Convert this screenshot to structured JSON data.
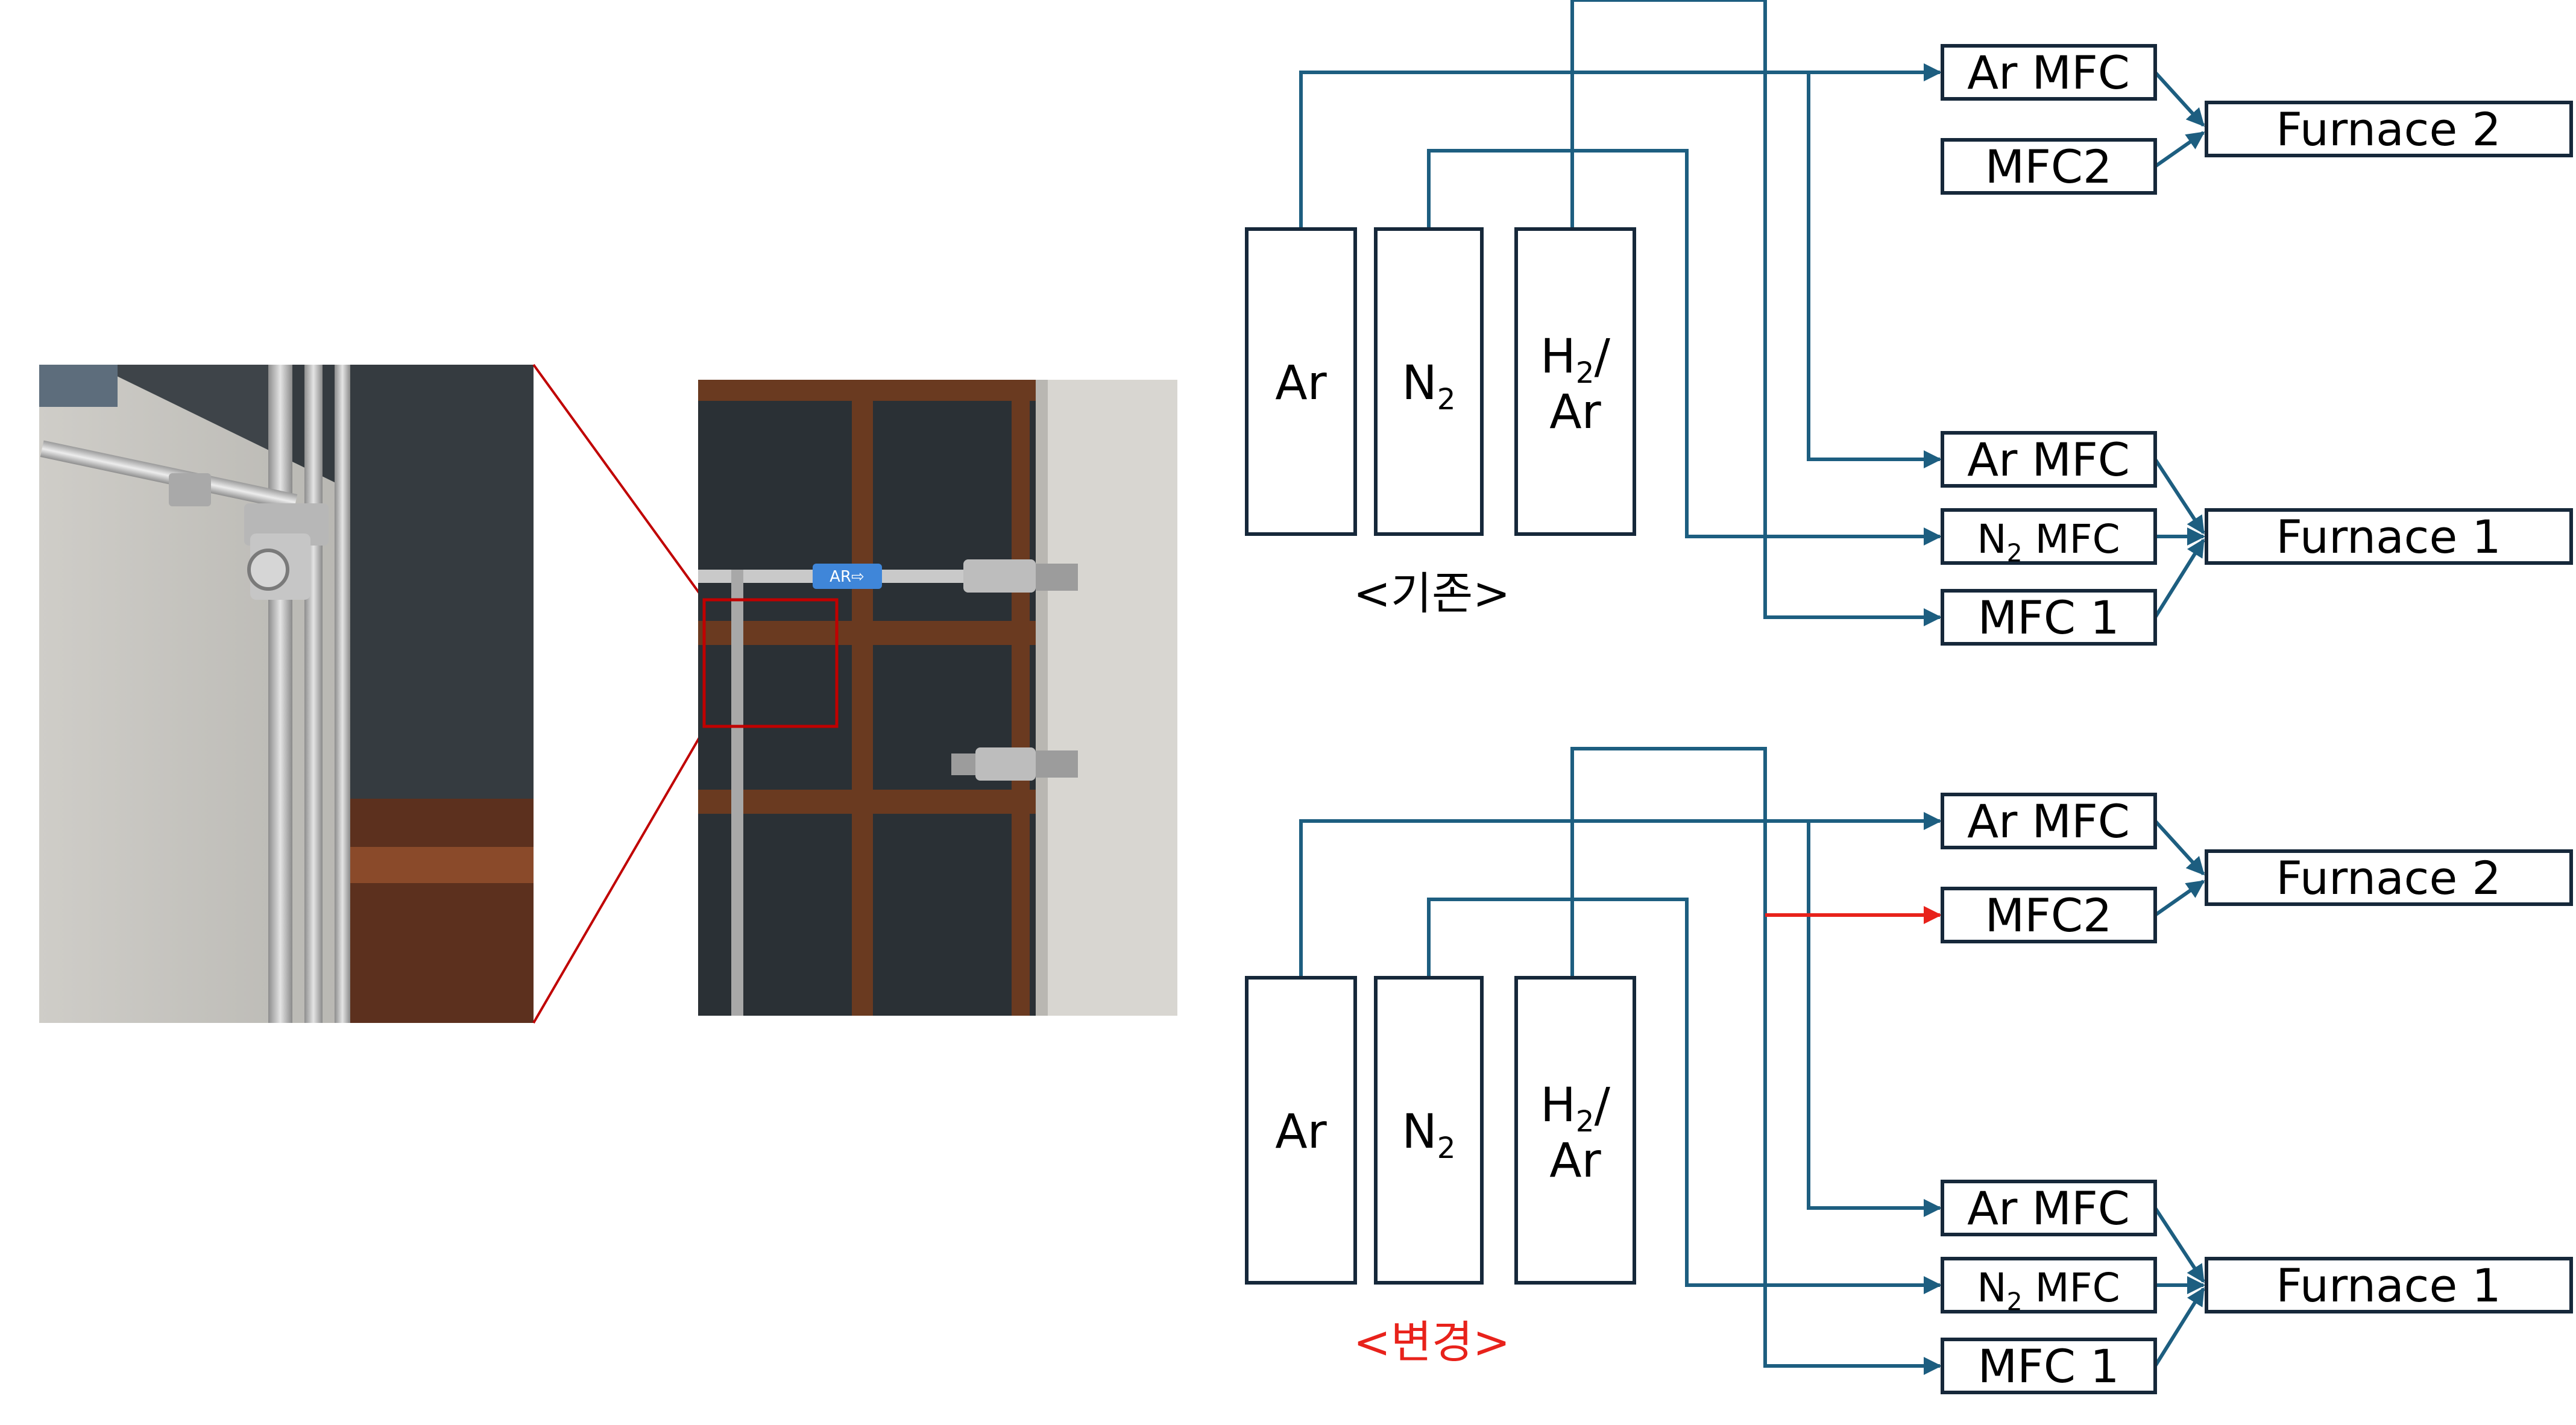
{
  "photos": {
    "left_closeup": {
      "description": "Close-up photo of stainless gas line fitting"
    },
    "right_overview": {
      "label_tag": "AR⇨"
    }
  },
  "diagrams": [
    {
      "id": "existing",
      "caption": "<기존>",
      "caption_color": "#000000",
      "cylinders": [
        {
          "id": "ar",
          "label": "Ar"
        },
        {
          "id": "n2",
          "label": "N",
          "sub": "2"
        },
        {
          "id": "h2ar",
          "label": "H",
          "sub": "2",
          "suffix": "/",
          "line2": "Ar"
        }
      ],
      "mfcs": [
        {
          "id": "f2_ar",
          "label": "Ar MFC"
        },
        {
          "id": "f2_mfc2",
          "label": "MFC2"
        },
        {
          "id": "f1_ar",
          "label": "Ar MFC"
        },
        {
          "id": "f1_n2",
          "label": "N",
          "sub": "2",
          "suffix": " MFC"
        },
        {
          "id": "f1_mfc1",
          "label": "MFC 1"
        }
      ],
      "furnaces": [
        {
          "id": "furnace2",
          "label": "Furnace 2"
        },
        {
          "id": "furnace1",
          "label": "Furnace 1"
        }
      ],
      "changed_line_visible": false
    },
    {
      "id": "changed",
      "caption": "<변경>",
      "caption_color": "#e8221b",
      "cylinders": [
        {
          "id": "ar",
          "label": "Ar"
        },
        {
          "id": "n2",
          "label": "N",
          "sub": "2"
        },
        {
          "id": "h2ar",
          "label": "H",
          "sub": "2",
          "suffix": "/",
          "line2": "Ar"
        }
      ],
      "mfcs": [
        {
          "id": "f2_ar",
          "label": "Ar MFC"
        },
        {
          "id": "f2_mfc2",
          "label": "MFC2"
        },
        {
          "id": "f1_ar",
          "label": "Ar MFC"
        },
        {
          "id": "f1_n2",
          "label": "N",
          "sub": "2",
          "suffix": " MFC"
        },
        {
          "id": "f1_mfc1",
          "label": "MFC 1"
        }
      ],
      "furnaces": [
        {
          "id": "furnace2",
          "label": "Furnace 2"
        },
        {
          "id": "furnace1",
          "label": "Furnace 1"
        }
      ],
      "changed_line_visible": true
    }
  ],
  "colors": {
    "pipe": "#1d5e80",
    "box_border": "#16283a",
    "highlight": "#e8221b",
    "zoom_box": "#c00000"
  }
}
